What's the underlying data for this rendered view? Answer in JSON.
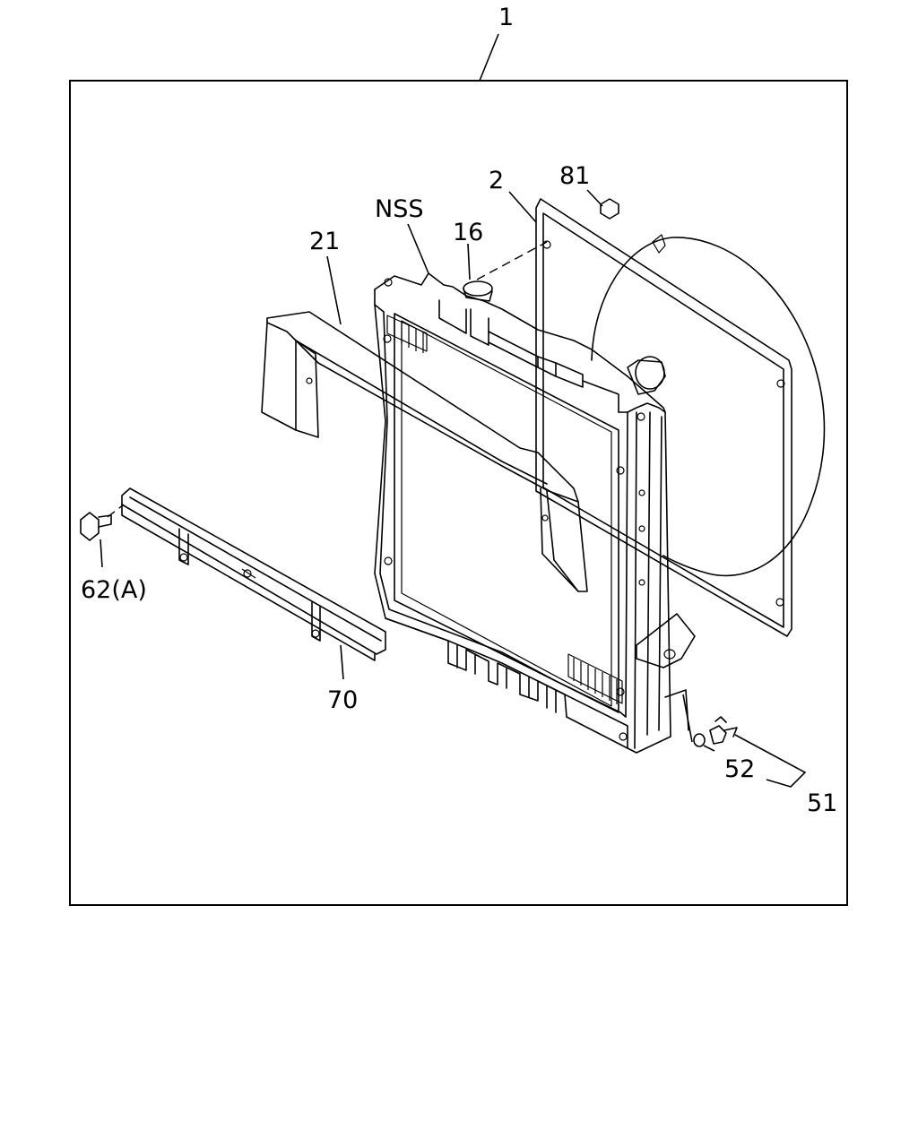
{
  "callouts": {
    "c1": "1",
    "c2": "2",
    "c81": "81",
    "cNSS": "NSS",
    "c16": "16",
    "c21": "21",
    "c62": "62(A)",
    "c70": "70",
    "c52": "52",
    "c51": "51"
  }
}
